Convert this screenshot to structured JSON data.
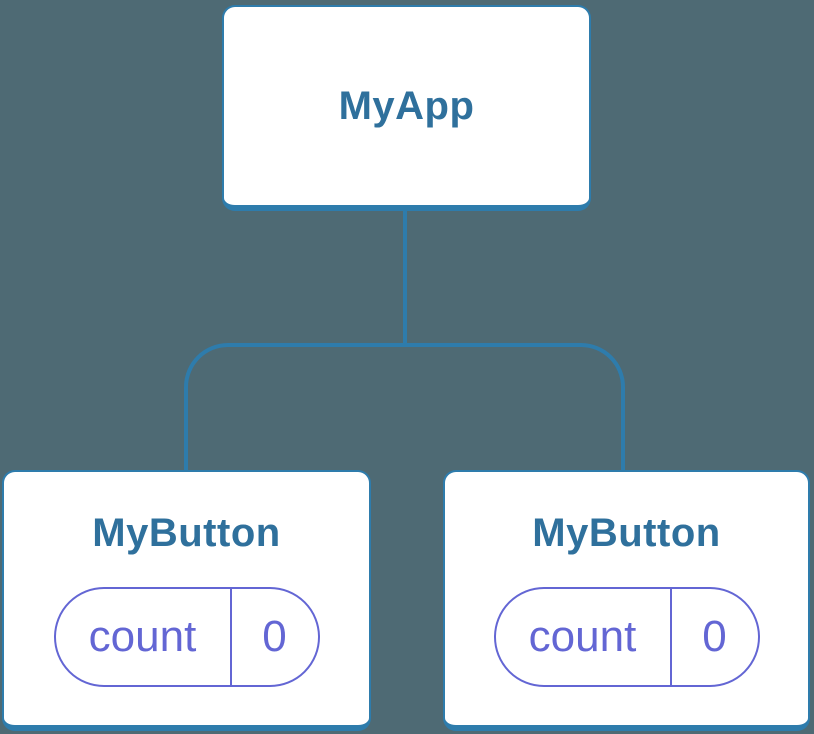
{
  "theme": {
    "bg": "#4e6a74",
    "line": "#2e7cac",
    "card_bg": "#ffffff",
    "title": "#2f709c",
    "state": "#6366d4"
  },
  "diagram": {
    "type": "component-tree",
    "root": {
      "title": "MyApp"
    },
    "children": [
      {
        "title": "MyButton",
        "state": {
          "name": "count",
          "value": "0"
        }
      },
      {
        "title": "MyButton",
        "state": {
          "name": "count",
          "value": "0"
        }
      }
    ]
  }
}
